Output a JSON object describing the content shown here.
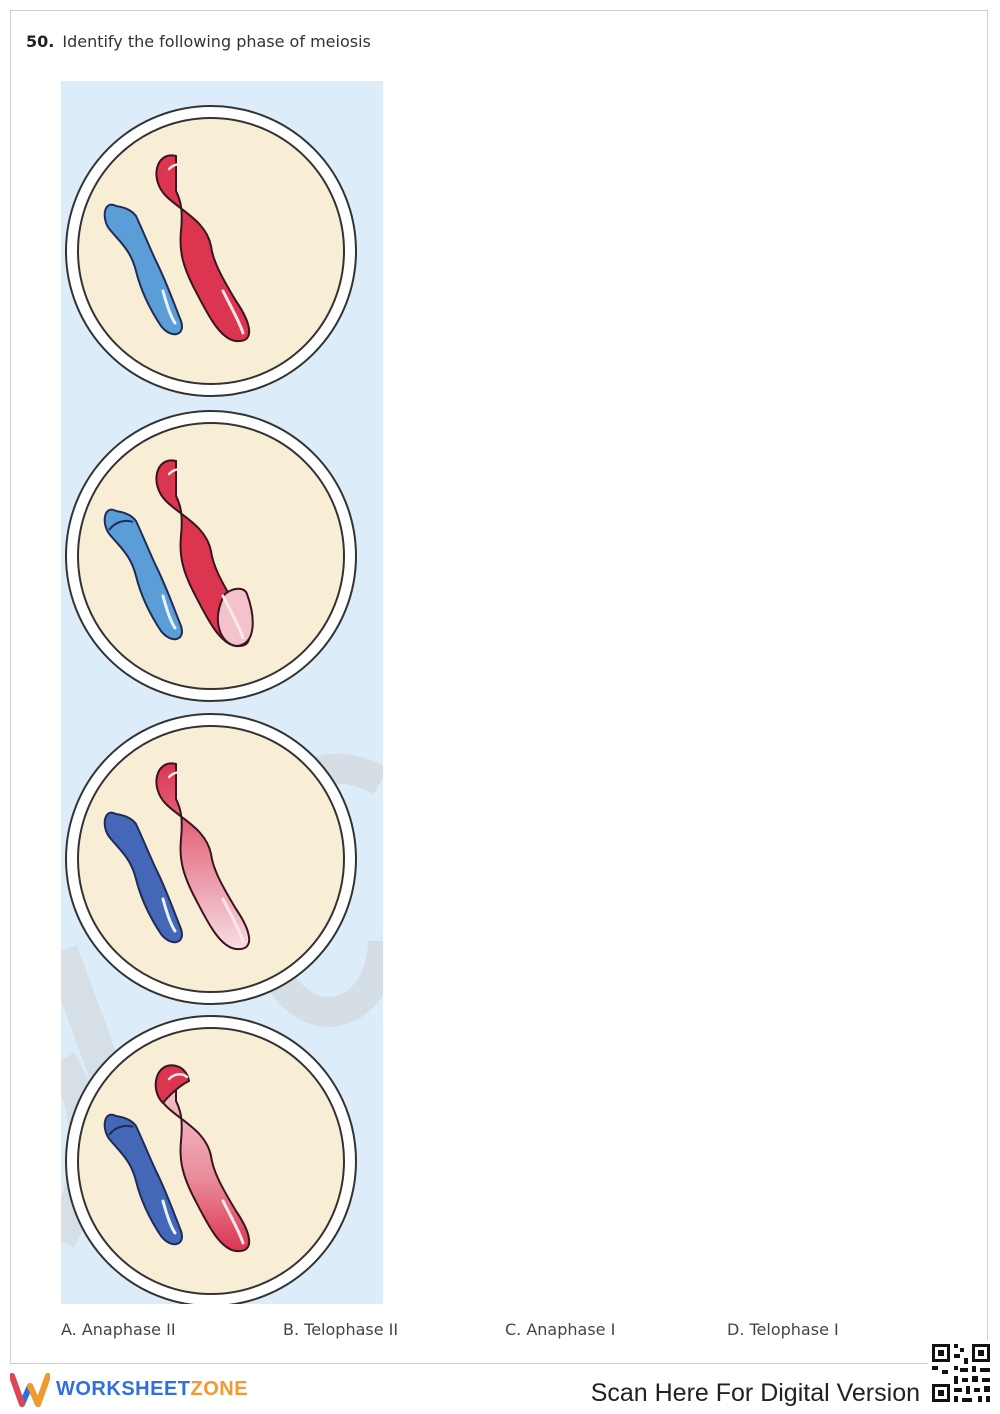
{
  "question": {
    "number": "50.",
    "text": "Identify the following phase of meiosis"
  },
  "choices": [
    "A. Anaphase II",
    "B. Telophase II",
    "C. Anaphase I",
    "D. Telophase I"
  ],
  "footer": {
    "brand_part1": "WORKSHEET",
    "brand_part2": "ZONE",
    "scan_text": "Scan Here For Digital Version"
  },
  "figure": {
    "panel_color": "#dcedf9",
    "cell_color": "#f8eed6",
    "red_color": "#dc3550",
    "pink_color": "#f3c2ca",
    "blue_color": "#5b9dd6",
    "dark_blue_color": "#4467b8",
    "cells": [
      {
        "blue": "solid-light",
        "red": "solid"
      },
      {
        "blue": "tipped-light",
        "red": "faded-end"
      },
      {
        "blue": "solid-dark",
        "red": "fading"
      },
      {
        "blue": "tipped-dark",
        "red": "tipped-pink"
      }
    ]
  }
}
